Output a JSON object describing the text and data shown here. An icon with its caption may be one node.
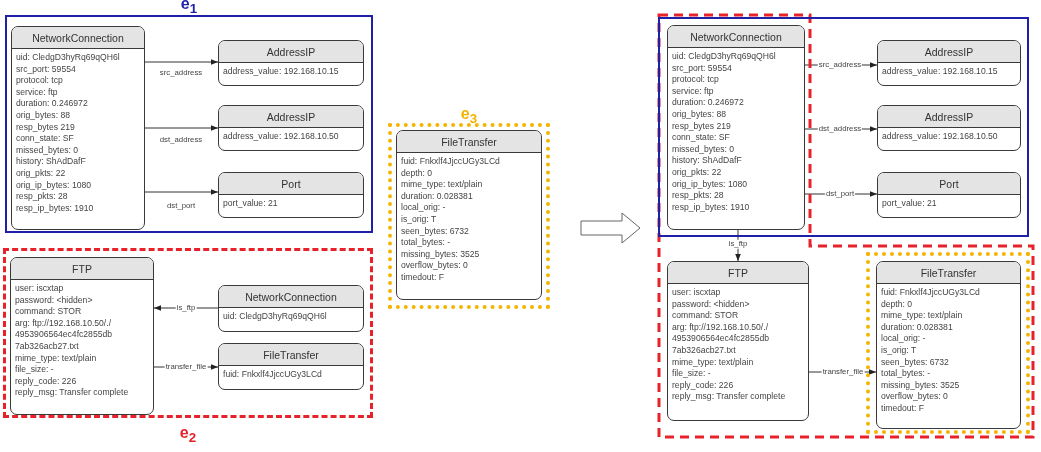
{
  "diagram": {
    "nodes": [
      {
        "text": [
          "e$_{1}$"
        ]
      },
      {
        "text": [
          "NetworkConnection",
          "uid: CledgD3hyRq69qQH6l",
          "src_port: 59554",
          "protocol: tcp",
          "service: ftp",
          "duration: 0.246972",
          "orig_bytes: 88",
          "resp_bytes 219",
          "conn_state: SF",
          "missed_bytes: 0",
          "history: ShAdDafF",
          "orig_pkts: 22",
          "orig_ip_bytes: 1080",
          "resp_pkts: 28",
          "resp_ip_bytes: 1910"
        ],
        "in": 0
      },
      {
        "text": [
          "AddressIP",
          "address_value: 192.168.10.15"
        ],
        "in": 0
      },
      {
        "text": [
          "AddressIP",
          "address_value: 192.168.10.50"
        ],
        "in": 0
      },
      {
        "text": [
          "Port",
          "port_value: 21"
        ],
        "in": 0
      },
      {
        "text": [
          "e$_{2}$"
        ]
      },
      {
        "text": [
          "FTP",
          "user: iscxtap",
          "password: <hidden>",
          "command: STOR",
          "arg: ftp://192.168.10.50/./ 4953906564ec4fc2855db 7ab326acb27.txt",
          "mime_type: text/plain",
          "file_size: -",
          "reply_code: 226",
          "reply_msg: Transfer complete"
        ],
        "in": 5
      },
      {
        "text": [
          "NetworkConnection",
          "uid: CledgD3hyRq69qQH6l"
        ],
        "in": 5
      },
      {
        "text": [
          "FileTransfer",
          "fuid: Fnkxlf4JjccUGy3LCd"
        ],
        "in": 5
      },
      {
        "text": [
          "e$_{3}$"
        ]
      },
      {
        "text": [
          "FileTransfer",
          "fuid: Fnkxlf4JjccUGy3LCd",
          "depth: 0",
          "mime_type: text/plain",
          "duration: 0.028381",
          "local_orig: -",
          "is_orig: T",
          "seen_bytes: 6732",
          "total_bytes: -",
          "missing_bytes: 3525",
          "overflow_bytes: 0",
          "timedout: F"
        ],
        "in": 9
      },
      {
        "text": [
          "NetworkConnection",
          "uid: CledgD3hyRq69qQH6l",
          "src_port: 59554",
          "protocol: tcp",
          "service: ftp",
          "duration: 0.246972",
          "orig_bytes: 88",
          "resp_bytes 219",
          "conn_state: SF",
          "missed_bytes: 0",
          "history: ShAdDafF",
          "orig_pkts: 22",
          "orig_ip_bytes: 1080",
          "resp_pkts: 28",
          "resp_ip_bytes: 1910"
        ]
      },
      {
        "text": [
          "AddressIP",
          "address_value: 192.168.10.15"
        ]
      },
      {
        "text": [
          "AddressIP",
          "address_value: 192.168.10.50"
        ]
      },
      {
        "text": [
          "Port",
          "port_value: 21"
        ]
      },
      {
        "text": [
          "FTP",
          "user: iscxtap",
          "password: <hidden>",
          "command: STOR",
          "arg: ftp://192.168.10.50/./ 4953906564ec4fc2855db 7ab326acb27.txt",
          "mime_type: text/plain",
          "file_size: -",
          "reply_code: 226",
          "reply_msg: Transfer complete"
        ]
      },
      {
        "text": [
          "FileTransfer",
          "fuid: Fnkxlf4JjccUGy3LCd",
          "depth: 0",
          "mime_type: text/plain",
          "duration: 0.028381",
          "local_orig: -",
          "is_orig: T",
          "seen_bytes: 6732",
          "total_bytes: -",
          "missing_bytes: 3525",
          "overflow_bytes: 0",
          "timedout: F"
        ]
      }
    ],
    "edges": [
      {
        "from": 1,
        "to": 2,
        "arrow": "to",
        "label": "src_address"
      },
      {
        "from": 1,
        "to": 3,
        "arrow": "to",
        "label": "dst_address"
      },
      {
        "from": 1,
        "to": 4,
        "arrow": "to",
        "label": "dst_port"
      },
      {
        "from": 7,
        "to": 6,
        "arrow": "to",
        "label": "is_ftp"
      },
      {
        "from": 6,
        "to": 8,
        "arrow": "to",
        "label": "transfer_file"
      },
      {
        "from": 11,
        "to": 12,
        "arrow": "to",
        "label": "src_address"
      },
      {
        "from": 11,
        "to": 13,
        "arrow": "to",
        "label": "dst_address"
      },
      {
        "from": 11,
        "to": 14,
        "arrow": "to",
        "label": "dst_port"
      },
      {
        "from": 11,
        "to": 15,
        "arrow": "to",
        "label": "is_ftp"
      },
      {
        "from": 15,
        "to": 16,
        "arrow": "to",
        "label": "transfer_file"
      }
    ]
  }
}
